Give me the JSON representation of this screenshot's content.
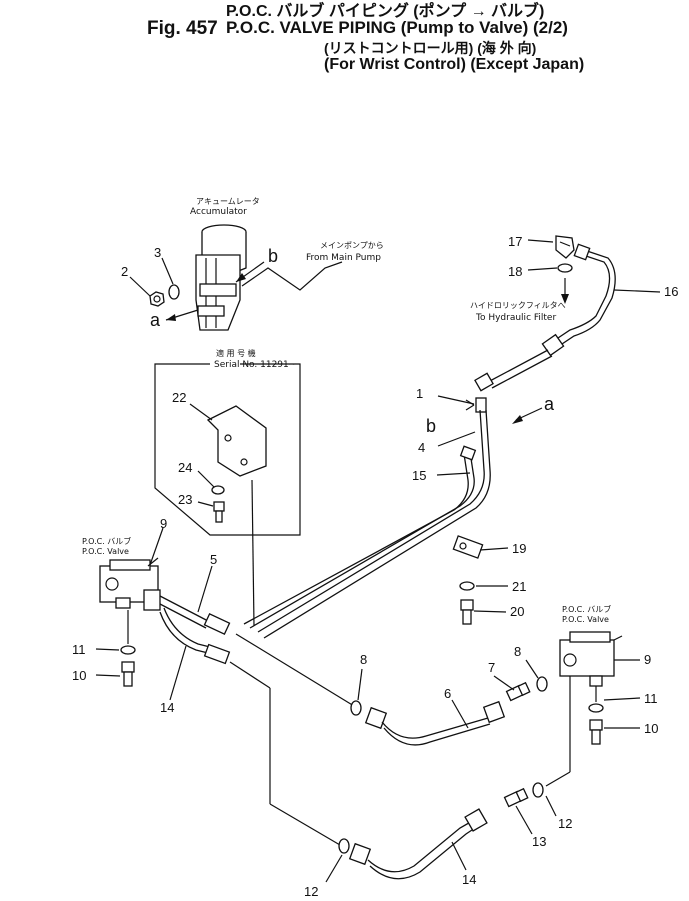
{
  "header": {
    "line1": "P.O.C. バルブ パイピング (ポンプ → バルブ)",
    "fig_number": "Fig. 457",
    "line2": "P.O.C. VALVE PIPING (Pump to Valve) (2/2)",
    "line3": "(リストコントロール用) (海 外 向)",
    "line4": "(For Wrist Control) (Except Japan)"
  },
  "captions": {
    "accumulator_jp": "アキュームレータ",
    "accumulator_en": "Accumulator",
    "main_pump_jp": "メインポンプから",
    "main_pump_en": "From Main Pump",
    "filter_jp": "ハイドロリックフィルタへ",
    "filter_en": "To Hydraulic Filter",
    "serial_jp": "適 用 号 機",
    "serial_en": "Serial No. 11291~",
    "poc_valve_left_jp": "P.O.C. バルブ",
    "poc_valve_left_en": "P.O.C. Valve",
    "poc_valve_right_jp": "P.O.C. バルブ",
    "poc_valve_right_en": "P.O.C. Valve"
  },
  "part_labels": {
    "p2": "2",
    "p3": "3",
    "a_top": "a",
    "b_top": "b",
    "p17": "17",
    "p18": "18",
    "p16": "16",
    "p22": "22",
    "p24": "24",
    "p23": "23",
    "p1": "1",
    "b_mid": "b",
    "a_mid": "a",
    "p4": "4",
    "p15": "15",
    "p19": "19",
    "p21": "21",
    "p20": "20",
    "p9_left": "9",
    "p5": "5",
    "p11_left": "11",
    "p10_left": "10",
    "p14_left": "14",
    "p8_left": "8",
    "p8_right": "8",
    "p7": "7",
    "p6": "6",
    "p9_right": "9",
    "p11_right": "11",
    "p10_right": "10",
    "p12_right": "12",
    "p13": "13",
    "p12_bottom": "12",
    "p14_bottom": "14"
  }
}
